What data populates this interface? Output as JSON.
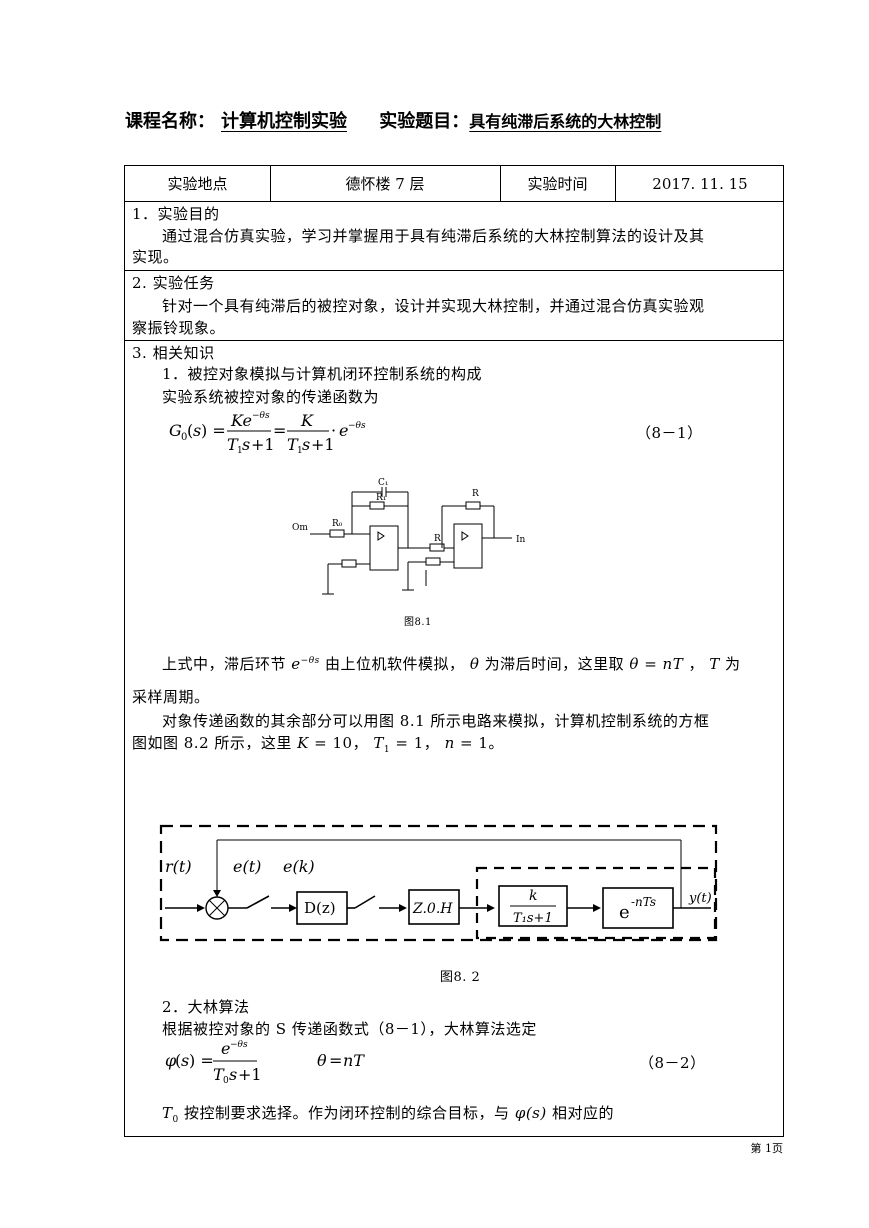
{
  "header": {
    "course_label": "课程名称：",
    "course_name": "计算机控制实验",
    "topic_label": "实验题目：",
    "topic_name": "具有纯滞后系统的大林控制"
  },
  "info_row": {
    "location_label": "实验地点",
    "location_value": "德怀楼 7 层",
    "time_label": "实验时间",
    "time_value": "2017. 11. 15"
  },
  "section1": {
    "heading": "1．实验目的",
    "line1": "通过混合仿真实验，学习并掌握用于具有纯滞后系统的大林控制算法的设计及其",
    "line2": "实现。"
  },
  "section2": {
    "heading": "2. 实验任务",
    "line1": "针对一个具有纯滞后的被控对象，设计并实现大林控制，并通过混合仿真实验观",
    "line2": "察振铃现象。"
  },
  "section3": {
    "heading": "3.   相关知识",
    "sub1": "1．被控对象模拟与计算机闭环控制系统的构成",
    "intro": "实验系统被控对象的传递函数为",
    "eq1_number": "（8－1）",
    "fig1_caption": "图8.1",
    "para1_a": "上式中，滞后环节",
    "para1_b": "由上位机软件模拟，",
    "para1_c": "为滞后时间，这里取",
    "para1_d": "，",
    "para1_e": "为",
    "para1_line2": "采样周期。",
    "para2_line1": "对象传递函数的其余部分可以用图 8.1 所示电路来模拟，计算机控制系统的方框",
    "para2_line2_a": "图如图 8.2 所示，这里",
    "para2_line2_b": "，",
    "para2_line2_c": "，",
    "para2_line2_d": "。",
    "fig2_caption": "图8. 2",
    "sub2": "2．大林算法",
    "para3": "根据被控对象的 S 传递函数式（8－1），大林算法选定",
    "eq2_number": "（8－2）",
    "para4_a": "按控制要求选择。作为闭环控制的综合目标，与",
    "para4_b": "相对应的"
  },
  "circuit": {
    "c1": "C₁",
    "r1": "R₁",
    "r0": "R₀",
    "r": "R",
    "om": "Om",
    "in": "In"
  },
  "block_diagram": {
    "r_t": "r(t)",
    "e_t": "e(t)",
    "e_k": "e(k)",
    "dz": "D(z)",
    "zoh": "Z.0.H",
    "k": "k",
    "den": "T₁s+1",
    "delay": "e",
    "delay_exp": "-nTs",
    "y_t": "y(t)"
  },
  "footer": {
    "page": "第 1页"
  }
}
